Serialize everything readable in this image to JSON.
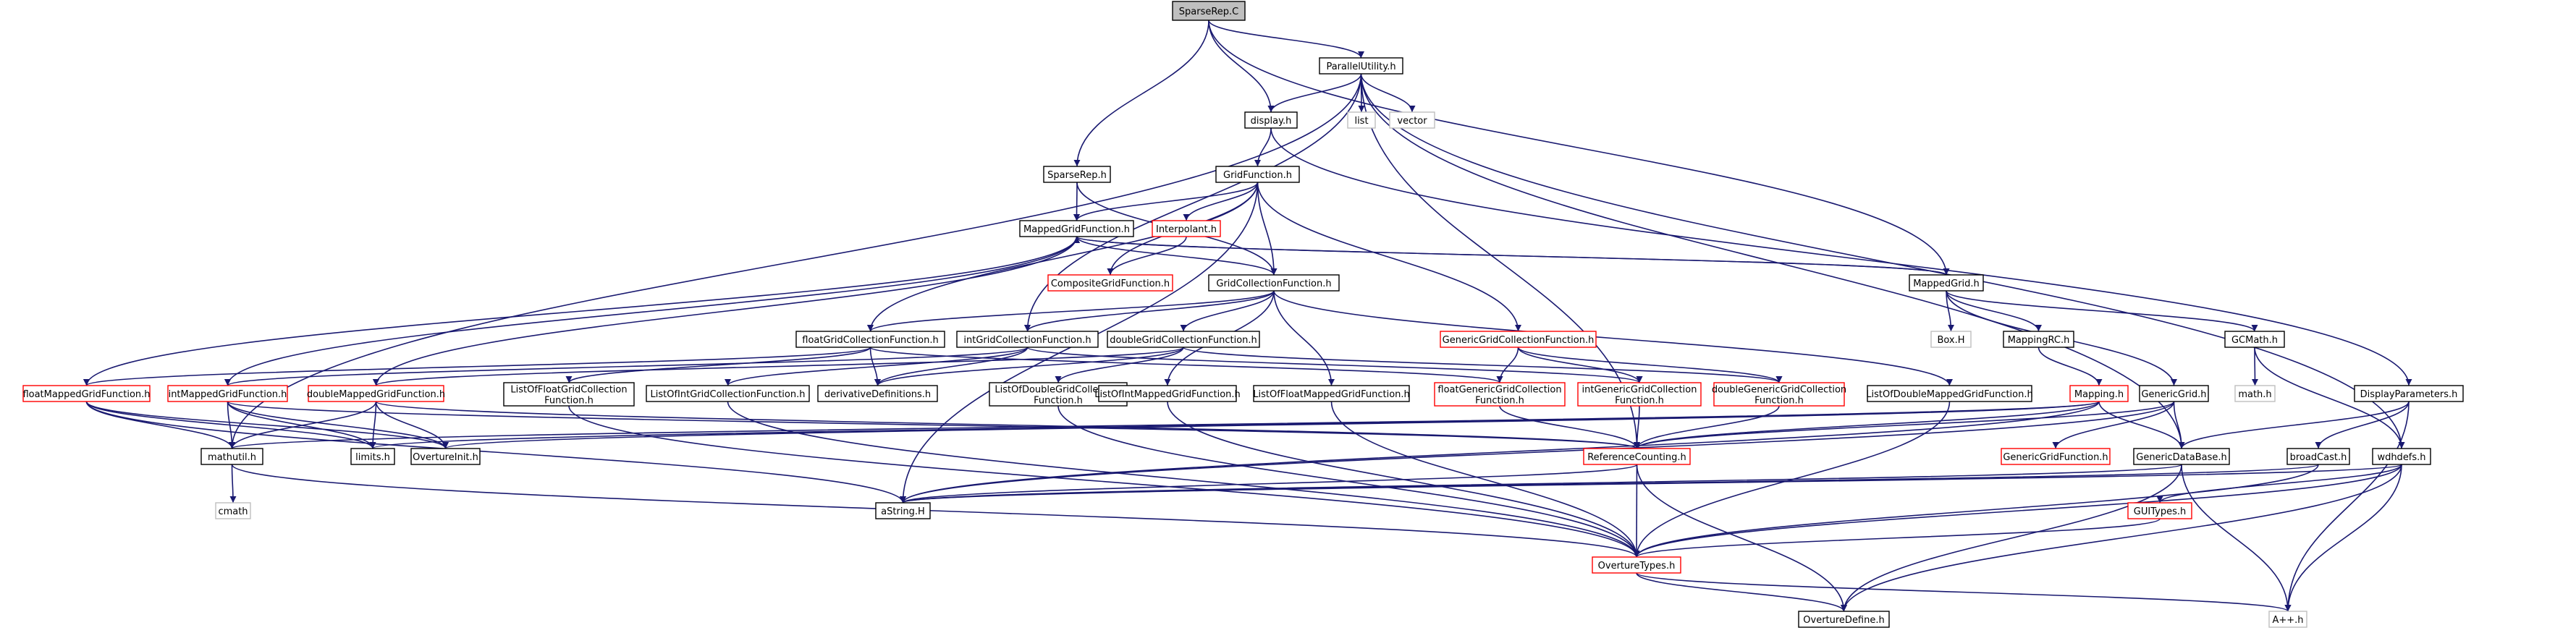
{
  "colors": {
    "edge": "#191970",
    "arrow": "#191970",
    "node_fill": "#ffffff",
    "focus_fill": "#bfbfbf",
    "border_normal": "#000000",
    "border_red": "#ff0000",
    "border_gray": "#bfbfbf",
    "text": "#000000"
  },
  "nodes": [
    {
      "id": "SparseRep_C",
      "label": [
        "SparseRep.C"
      ],
      "style": "focus"
    },
    {
      "id": "ParallelUtility_h",
      "label": [
        "ParallelUtility.h"
      ],
      "style": "normal"
    },
    {
      "id": "display_h",
      "label": [
        "display.h"
      ],
      "style": "normal"
    },
    {
      "id": "list",
      "label": [
        "list"
      ],
      "style": "gray"
    },
    {
      "id": "vector",
      "label": [
        "vector"
      ],
      "style": "gray"
    },
    {
      "id": "SparseRep_h",
      "label": [
        "SparseRep.h"
      ],
      "style": "normal"
    },
    {
      "id": "GridFunction_h",
      "label": [
        "GridFunction.h"
      ],
      "style": "normal"
    },
    {
      "id": "MappedGridFunction_h",
      "label": [
        "MappedGridFunction.h"
      ],
      "style": "normal"
    },
    {
      "id": "Interpolant_h",
      "label": [
        "Interpolant.h"
      ],
      "style": "red"
    },
    {
      "id": "CompositeGridFunction_h",
      "label": [
        "CompositeGridFunction.h"
      ],
      "style": "red"
    },
    {
      "id": "GridCollectionFunction_h",
      "label": [
        "GridCollectionFunction.h"
      ],
      "style": "normal"
    },
    {
      "id": "MappedGrid_h",
      "label": [
        "MappedGrid.h"
      ],
      "style": "normal"
    },
    {
      "id": "floatGridCollectionFunction_h",
      "label": [
        "floatGridCollectionFunction.h"
      ],
      "style": "normal"
    },
    {
      "id": "intGridCollectionFunction_h",
      "label": [
        "intGridCollectionFunction.h"
      ],
      "style": "normal"
    },
    {
      "id": "doubleGridCollectionFunction_h",
      "label": [
        "doubleGridCollectionFunction.h"
      ],
      "style": "normal"
    },
    {
      "id": "GenericGridCollectionFunction_h",
      "label": [
        "GenericGridCollectionFunction.h"
      ],
      "style": "red"
    },
    {
      "id": "Box_H",
      "label": [
        "Box.H"
      ],
      "style": "gray"
    },
    {
      "id": "MappingRC_h",
      "label": [
        "MappingRC.h"
      ],
      "style": "normal"
    },
    {
      "id": "GCMath_h",
      "label": [
        "GCMath.h"
      ],
      "style": "normal"
    },
    {
      "id": "math_h",
      "label": [
        "math.h"
      ],
      "style": "gray"
    },
    {
      "id": "DisplayParameters_h",
      "label": [
        "DisplayParameters.h"
      ],
      "style": "normal"
    },
    {
      "id": "floatMappedGridFunction_h",
      "label": [
        "floatMappedGridFunction.h"
      ],
      "style": "red"
    },
    {
      "id": "intMappedGridFunction_h",
      "label": [
        "intMappedGridFunction.h"
      ],
      "style": "red"
    },
    {
      "id": "doubleMappedGridFunction_h",
      "label": [
        "doubleMappedGridFunction.h"
      ],
      "style": "red"
    },
    {
      "id": "ListOfFloatGridCollectionFunction_h",
      "label": [
        "ListOfFloatGridCollection",
        "Function.h"
      ],
      "style": "normal"
    },
    {
      "id": "ListOfIntGridCollectionFunction_h",
      "label": [
        "ListOfIntGridCollectionFunction.h"
      ],
      "style": "normal"
    },
    {
      "id": "derivativeDefinitions_h",
      "label": [
        "derivativeDefinitions.h"
      ],
      "style": "normal"
    },
    {
      "id": "ListOfDoubleGridCollectionFunction_h",
      "label": [
        "ListOfDoubleGridCollection",
        "Function.h"
      ],
      "style": "normal"
    },
    {
      "id": "ListOfIntMappedGridFunction_h",
      "label": [
        "ListOfIntMappedGridFunction.h"
      ],
      "style": "normal"
    },
    {
      "id": "ListOfFloatMappedGridFunction_h",
      "label": [
        "ListOfFloatMappedGridFunction.h"
      ],
      "style": "normal"
    },
    {
      "id": "floatGenericGridCollectionFunction_h",
      "label": [
        "floatGenericGridCollection",
        "Function.h"
      ],
      "style": "red"
    },
    {
      "id": "intGenericGridCollectionFunction_h",
      "label": [
        "intGenericGridCollection",
        "Function.h"
      ],
      "style": "red"
    },
    {
      "id": "doubleGenericGridCollectionFunction_h",
      "label": [
        "doubleGenericGridCollection",
        "Function.h"
      ],
      "style": "red"
    },
    {
      "id": "ListOfDoubleMappedGridFunction_h",
      "label": [
        "ListOfDoubleMappedGridFunction.h"
      ],
      "style": "normal"
    },
    {
      "id": "Mapping_h",
      "label": [
        "Mapping.h"
      ],
      "style": "red"
    },
    {
      "id": "GenericGrid_h",
      "label": [
        "GenericGrid.h"
      ],
      "style": "normal"
    },
    {
      "id": "mathutil_h",
      "label": [
        "mathutil.h"
      ],
      "style": "normal"
    },
    {
      "id": "limits_h",
      "label": [
        "limits.h"
      ],
      "style": "normal"
    },
    {
      "id": "OvertureInit_h",
      "label": [
        "OvertureInit.h"
      ],
      "style": "normal"
    },
    {
      "id": "ReferenceCounting_h",
      "label": [
        "ReferenceCounting.h"
      ],
      "style": "red"
    },
    {
      "id": "GenericGridFunction_h",
      "label": [
        "GenericGridFunction.h"
      ],
      "style": "red"
    },
    {
      "id": "GenericDataBase_h",
      "label": [
        "GenericDataBase.h"
      ],
      "style": "normal"
    },
    {
      "id": "broadCast_h",
      "label": [
        "broadCast.h"
      ],
      "style": "normal"
    },
    {
      "id": "wdhdefs_h",
      "label": [
        "wdhdefs.h"
      ],
      "style": "normal"
    },
    {
      "id": "cmath",
      "label": [
        "cmath"
      ],
      "style": "gray"
    },
    {
      "id": "aString_H",
      "label": [
        "aString.H"
      ],
      "style": "normal"
    },
    {
      "id": "GUITypes_h",
      "label": [
        "GUITypes.h"
      ],
      "style": "red"
    },
    {
      "id": "OvertureTypes_h",
      "label": [
        "OvertureTypes.h"
      ],
      "style": "red"
    },
    {
      "id": "OvertureDefine_h",
      "label": [
        "OvertureDefine.h"
      ],
      "style": "normal"
    },
    {
      "id": "A_plus_plus_h",
      "label": [
        "A++.h"
      ],
      "style": "gray"
    }
  ],
  "edges": [
    [
      "SparseRep_C",
      "ParallelUtility_h"
    ],
    [
      "SparseRep_C",
      "display_h"
    ],
    [
      "SparseRep_C",
      "SparseRep_h"
    ],
    [
      "SparseRep_C",
      "MappedGrid_h"
    ],
    [
      "ParallelUtility_h",
      "display_h"
    ],
    [
      "ParallelUtility_h",
      "list"
    ],
    [
      "ParallelUtility_h",
      "vector"
    ],
    [
      "ParallelUtility_h",
      "mathutil_h"
    ],
    [
      "ParallelUtility_h",
      "intGridCollectionFunction_h"
    ],
    [
      "ParallelUtility_h",
      "GenericDataBase_h"
    ],
    [
      "ParallelUtility_h",
      "wdhdefs_h"
    ],
    [
      "ParallelUtility_h",
      "ReferenceCounting_h"
    ],
    [
      "display_h",
      "GridFunction_h"
    ],
    [
      "display_h",
      "DisplayParameters_h"
    ],
    [
      "SparseRep_h",
      "MappedGridFunction_h"
    ],
    [
      "SparseRep_h",
      "GridCollectionFunction_h"
    ],
    [
      "GridFunction_h",
      "MappedGridFunction_h"
    ],
    [
      "GridFunction_h",
      "Interpolant_h"
    ],
    [
      "GridFunction_h",
      "CompositeGridFunction_h"
    ],
    [
      "GridFunction_h",
      "GridCollectionFunction_h"
    ],
    [
      "GridFunction_h",
      "GenericGridCollectionFunction_h"
    ],
    [
      "GridFunction_h",
      "floatGridCollectionFunction_h"
    ],
    [
      "GridFunction_h",
      "aString_H"
    ],
    [
      "MappedGridFunction_h",
      "MappedGrid_h"
    ],
    [
      "MappedGridFunction_h",
      "floatMappedGridFunction_h"
    ],
    [
      "MappedGridFunction_h",
      "intMappedGridFunction_h"
    ],
    [
      "MappedGridFunction_h",
      "doubleMappedGridFunction_h"
    ],
    [
      "Interpolant_h",
      "CompositeGridFunction_h"
    ],
    [
      "GridCollectionFunction_h",
      "MappedGridFunction_h"
    ],
    [
      "GridCollectionFunction_h",
      "floatGridCollectionFunction_h"
    ],
    [
      "GridCollectionFunction_h",
      "intGridCollectionFunction_h"
    ],
    [
      "GridCollectionFunction_h",
      "doubleGridCollectionFunction_h"
    ],
    [
      "GridCollectionFunction_h",
      "ListOfIntMappedGridFunction_h"
    ],
    [
      "GridCollectionFunction_h",
      "ListOfFloatMappedGridFunction_h"
    ],
    [
      "GridCollectionFunction_h",
      "ListOfDoubleMappedGridFunction_h"
    ],
    [
      "MappedGrid_h",
      "MappedGridFunction_h"
    ],
    [
      "MappedGrid_h",
      "Box_H"
    ],
    [
      "MappedGrid_h",
      "MappingRC_h"
    ],
    [
      "MappedGrid_h",
      "GCMath_h"
    ],
    [
      "MappedGrid_h",
      "GenericGrid_h"
    ],
    [
      "MappingRC_h",
      "Mapping_h"
    ],
    [
      "GCMath_h",
      "math_h"
    ],
    [
      "GCMath_h",
      "wdhdefs_h"
    ],
    [
      "GenericGridCollectionFunction_h",
      "floatGenericGridCollectionFunction_h"
    ],
    [
      "GenericGridCollectionFunction_h",
      "intGenericGridCollectionFunction_h"
    ],
    [
      "GenericGridCollectionFunction_h",
      "doubleGenericGridCollectionFunction_h"
    ],
    [
      "floatGridCollectionFunction_h",
      "floatMappedGridFunction_h"
    ],
    [
      "floatGridCollectionFunction_h",
      "ListOfFloatGridCollectionFunction_h"
    ],
    [
      "floatGridCollectionFunction_h",
      "derivativeDefinitions_h"
    ],
    [
      "floatGridCollectionFunction_h",
      "floatGenericGridCollectionFunction_h"
    ],
    [
      "intGridCollectionFunction_h",
      "intMappedGridFunction_h"
    ],
    [
      "intGridCollectionFunction_h",
      "ListOfIntGridCollectionFunction_h"
    ],
    [
      "intGridCollectionFunction_h",
      "derivativeDefinitions_h"
    ],
    [
      "intGridCollectionFunction_h",
      "intGenericGridCollectionFunction_h"
    ],
    [
      "doubleGridCollectionFunction_h",
      "doubleMappedGridFunction_h"
    ],
    [
      "doubleGridCollectionFunction_h",
      "ListOfDoubleGridCollectionFunction_h"
    ],
    [
      "doubleGridCollectionFunction_h",
      "derivativeDefinitions_h"
    ],
    [
      "doubleGridCollectionFunction_h",
      "doubleGenericGridCollectionFunction_h"
    ],
    [
      "floatMappedGridFunction_h",
      "mathutil_h"
    ],
    [
      "floatMappedGridFunction_h",
      "limits_h"
    ],
    [
      "floatMappedGridFunction_h",
      "OvertureInit_h"
    ],
    [
      "floatMappedGridFunction_h",
      "aString_H"
    ],
    [
      "intMappedGridFunction_h",
      "mathutil_h"
    ],
    [
      "intMappedGridFunction_h",
      "limits_h"
    ],
    [
      "intMappedGridFunction_h",
      "OvertureInit_h"
    ],
    [
      "intMappedGridFunction_h",
      "ReferenceCounting_h"
    ],
    [
      "doubleMappedGridFunction_h",
      "mathutil_h"
    ],
    [
      "doubleMappedGridFunction_h",
      "limits_h"
    ],
    [
      "doubleMappedGridFunction_h",
      "OvertureInit_h"
    ],
    [
      "doubleMappedGridFunction_h",
      "ReferenceCounting_h"
    ],
    [
      "ListOfFloatGridCollectionFunction_h",
      "OvertureTypes_h"
    ],
    [
      "ListOfIntGridCollectionFunction_h",
      "OvertureTypes_h"
    ],
    [
      "ListOfDoubleGridCollectionFunction_h",
      "OvertureTypes_h"
    ],
    [
      "ListOfIntMappedGridFunction_h",
      "OvertureTypes_h"
    ],
    [
      "ListOfFloatMappedGridFunction_h",
      "OvertureTypes_h"
    ],
    [
      "ListOfDoubleMappedGridFunction_h",
      "OvertureTypes_h"
    ],
    [
      "floatGenericGridCollectionFunction_h",
      "ReferenceCounting_h"
    ],
    [
      "intGenericGridCollectionFunction_h",
      "ReferenceCounting_h"
    ],
    [
      "doubleGenericGridCollectionFunction_h",
      "ReferenceCounting_h"
    ],
    [
      "Mapping_h",
      "ReferenceCounting_h"
    ],
    [
      "Mapping_h",
      "GenericDataBase_h"
    ],
    [
      "Mapping_h",
      "aString_H"
    ],
    [
      "Mapping_h",
      "mathutil_h"
    ],
    [
      "Mapping_h",
      "OvertureInit_h"
    ],
    [
      "Mapping_h",
      "limits_h"
    ],
    [
      "GenericGrid_h",
      "GenericGridFunction_h"
    ],
    [
      "GenericGrid_h",
      "GenericDataBase_h"
    ],
    [
      "GenericGrid_h",
      "ReferenceCounting_h"
    ],
    [
      "GenericGrid_h",
      "aString_H"
    ],
    [
      "mathutil_h",
      "cmath"
    ],
    [
      "mathutil_h",
      "OvertureTypes_h"
    ],
    [
      "ReferenceCounting_h",
      "OvertureTypes_h"
    ],
    [
      "ReferenceCounting_h",
      "aString_H"
    ],
    [
      "ReferenceCounting_h",
      "OvertureDefine_h"
    ],
    [
      "GenericDataBase_h",
      "aString_H"
    ],
    [
      "GenericDataBase_h",
      "A_plus_plus_h"
    ],
    [
      "GenericDataBase_h",
      "OvertureDefine_h"
    ],
    [
      "DisplayParameters_h",
      "broadCast_h"
    ],
    [
      "DisplayParameters_h",
      "GenericDataBase_h"
    ],
    [
      "DisplayParameters_h",
      "A_plus_plus_h"
    ],
    [
      "broadCast_h",
      "aString_H"
    ],
    [
      "broadCast_h",
      "OvertureTypes_h"
    ],
    [
      "wdhdefs_h",
      "GUITypes_h"
    ],
    [
      "wdhdefs_h",
      "aString_H"
    ],
    [
      "wdhdefs_h",
      "A_plus_plus_h"
    ],
    [
      "wdhdefs_h",
      "OvertureDefine_h"
    ],
    [
      "wdhdefs_h",
      "OvertureTypes_h"
    ],
    [
      "GUITypes_h",
      "OvertureTypes_h"
    ],
    [
      "OvertureTypes_h",
      "OvertureDefine_h"
    ],
    [
      "OvertureTypes_h",
      "A_plus_plus_h"
    ]
  ]
}
